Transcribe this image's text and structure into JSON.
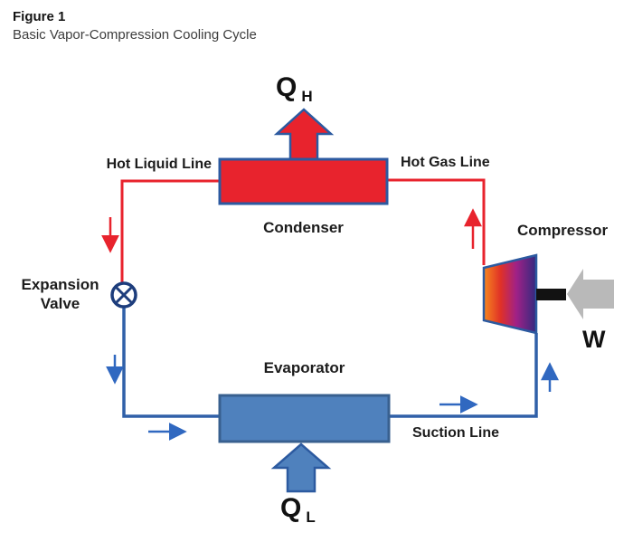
{
  "header": {
    "figure_label": "Figure 1",
    "figure_caption": "Basic Vapor-Compression Cooling Cycle"
  },
  "diagram": {
    "labels": {
      "q_h_main": "Q",
      "q_h_sub": "H",
      "q_l_main": "Q",
      "q_l_sub": "L",
      "hot_liquid_line": "Hot Liquid Line",
      "hot_gas_line": "Hot Gas Line",
      "condenser": "Condenser",
      "compressor": "Compressor",
      "expansion_valve_line1": "Expansion",
      "expansion_valve_line2": "Valve",
      "evaporator": "Evaporator",
      "suction_line": "Suction Line",
      "work_input": "W"
    },
    "colors": {
      "hot_red": "#e8232d",
      "cool_blue": "#4f81bd",
      "evap_border": "#38608f",
      "block_border_blue": "#2c5aa0",
      "pipe_blue": "#3060a8",
      "flow_arrow_blue": "#3068c0",
      "valve_navy": "#1d3d7c",
      "work_gray": "#b9b9b9",
      "shaft_black": "#121212",
      "grad_0": "#f6881f",
      "grad_1": "#e03127",
      "grad_2": "#a02187",
      "grad_3": "#312a7e"
    }
  }
}
